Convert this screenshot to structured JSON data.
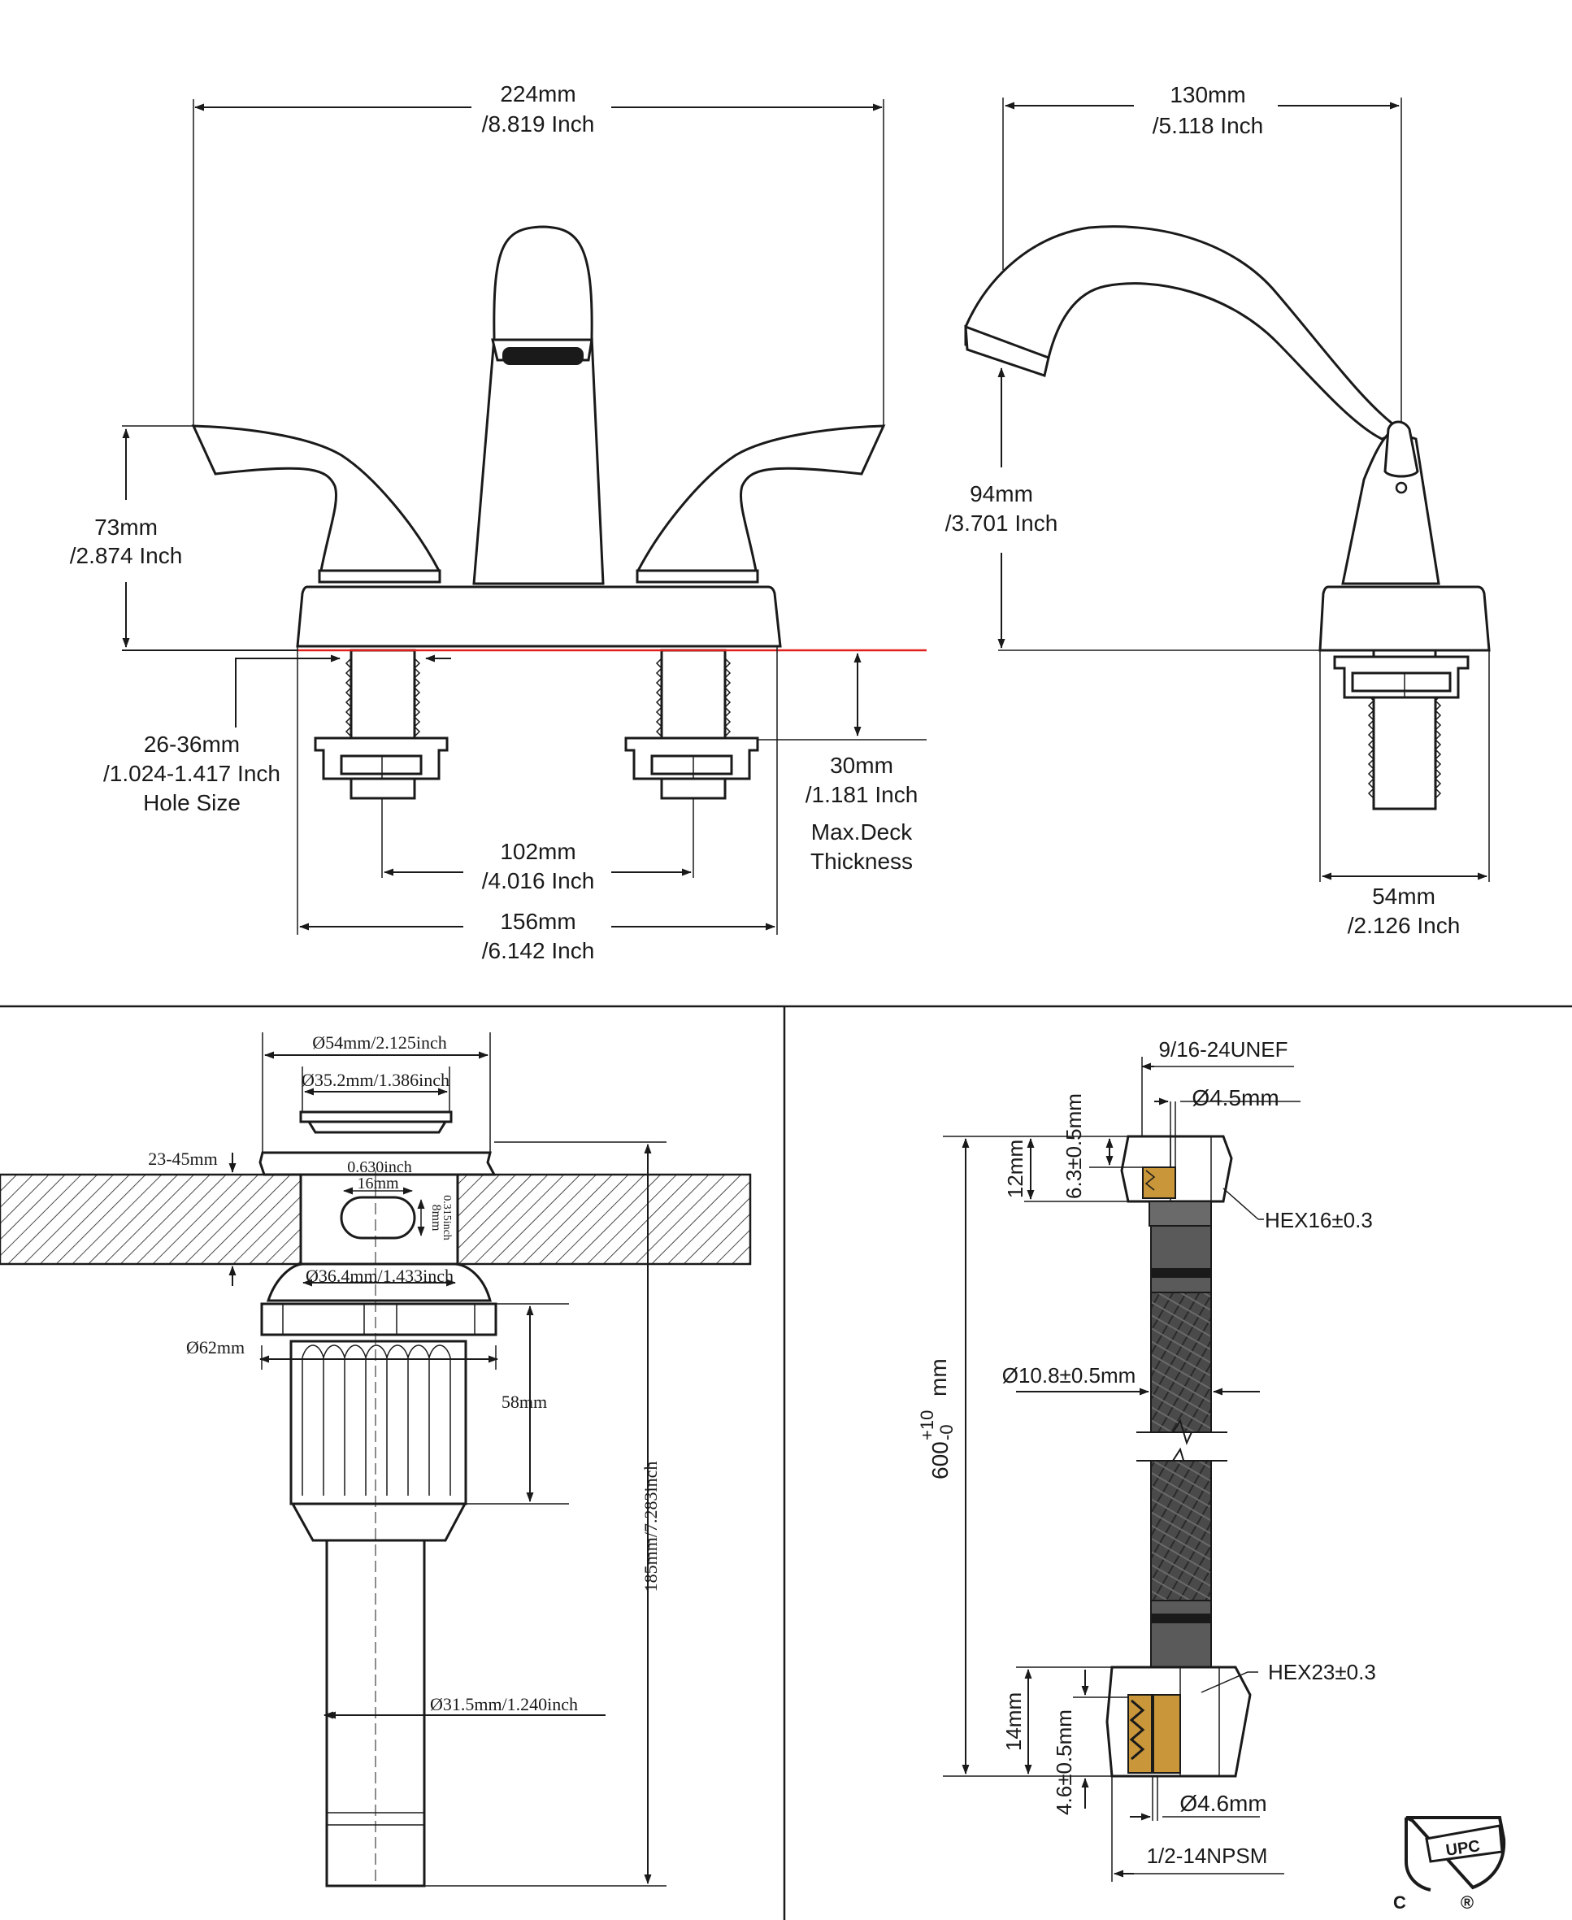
{
  "colors": {
    "line": "#1a1a1a",
    "deck_line": "#e0201c",
    "brass": "#c9973a",
    "hose": "#4a4a4a",
    "hose_dark": "#2b2b2b"
  },
  "front_view": {
    "overall_width": {
      "mm": "224mm",
      "inch": "/8.819 Inch"
    },
    "handle_height": {
      "mm": "73mm",
      "inch": "/2.874 Inch"
    },
    "hole_size": {
      "mm": "26-36mm",
      "inch": "/1.024-1.417 Inch",
      "label": "Hole Size"
    },
    "deck_thickness": {
      "mm": "30mm",
      "inch": "/1.181 Inch",
      "label_1": "Max.Deck",
      "label_2": "Thickness"
    },
    "center_spacing": {
      "mm": "102mm",
      "inch": "/4.016 Inch"
    },
    "base_width": {
      "mm": "156mm",
      "inch": "/6.142 Inch"
    }
  },
  "side_view": {
    "spout_reach": {
      "mm": "130mm",
      "inch": "/5.118 Inch"
    },
    "spout_height": {
      "mm": "94mm",
      "inch": "/3.701 Inch"
    },
    "base_depth": {
      "mm": "54mm",
      "inch": "/2.126 Inch"
    }
  },
  "drain": {
    "flange_diameter": "Ø54mm/2.125inch",
    "inner_diameter": "Ø35.2mm/1.386inch",
    "counter_thickness": "23-45mm",
    "overflow_width_inch": "0.630inch",
    "overflow_width_mm": "16mm",
    "overflow_height_mm": "8mm",
    "overflow_height_inch": "0.315inch",
    "thread_diameter": "Ø36.4mm/1.433inch",
    "nut_diameter": "Ø62mm",
    "nut_height": "58mm",
    "total_length": "185mm/7.283inch",
    "tail_diameter": "Ø31.5mm/1.240inch"
  },
  "hose": {
    "top_thread": "9/16-24UNEF",
    "top_bore": "Ø4.5mm",
    "top_depth": "6.3±0.5mm",
    "top_nut_height": "12mm",
    "top_hex": "HEX16±0.3",
    "hose_diameter": "Ø10.8±0.5mm",
    "length_main": "600",
    "length_tol_plus": "+10",
    "length_tol_minus": "-0",
    "length_unit": "mm",
    "bottom_hex": "HEX23±0.3",
    "bottom_nut_height": "14mm",
    "bottom_depth": "4.6±0.5mm",
    "bottom_bore": "Ø4.6mm",
    "bottom_thread": "1/2-14NPSM"
  },
  "certification": {
    "upc_letters": "UPC",
    "c_mark": "C",
    "registered": "®"
  }
}
